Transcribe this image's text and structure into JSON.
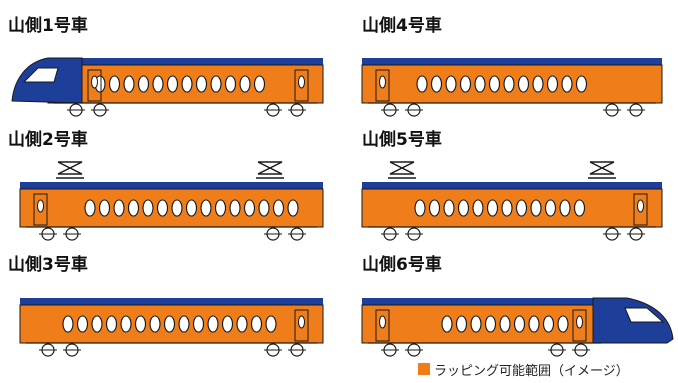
{
  "cars": [
    {
      "label": "山側1号車",
      "front": "left",
      "pantograph": false,
      "doors": [
        "left-front",
        "right"
      ]
    },
    {
      "label": "山側2号車",
      "front": null,
      "pantograph": true,
      "doors": [
        "left"
      ]
    },
    {
      "label": "山側3号車",
      "front": null,
      "pantograph": false,
      "doors": [
        "right"
      ]
    },
    {
      "label": "山側4号車",
      "front": null,
      "pantograph": false,
      "doors": [
        "left"
      ]
    },
    {
      "label": "山側5号車",
      "front": null,
      "pantograph": true,
      "doors": [
        "right"
      ]
    },
    {
      "label": "山側6号車",
      "front": "right",
      "pantograph": false,
      "doors": [
        "left",
        "right-front"
      ]
    }
  ],
  "legend": {
    "label": "ラッピング可能範囲（イメージ）"
  },
  "colors": {
    "wrap": "#ef7d1a",
    "body": "#1d3f9a",
    "line": "#1a1a1a",
    "legend_swatch": "#ef7d1a"
  }
}
